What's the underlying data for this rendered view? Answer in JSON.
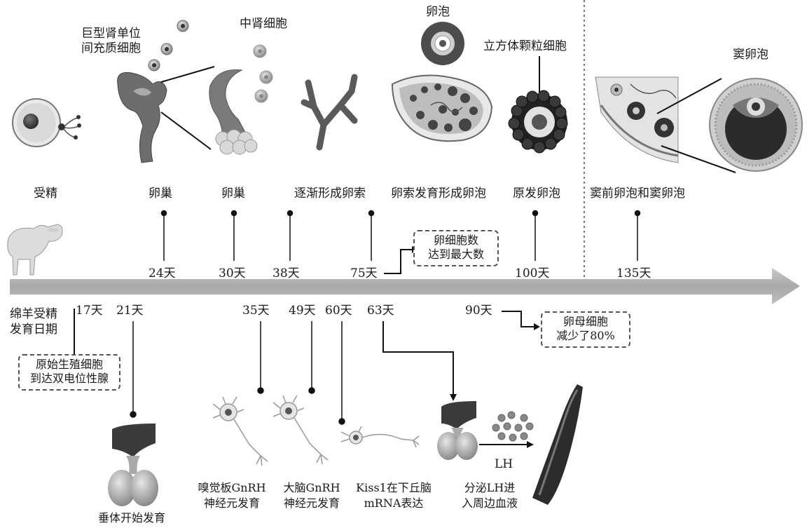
{
  "top": {
    "fertilization": "受精",
    "giant_nephron": [
      "巨型肾单位",
      "间充质细胞"
    ],
    "mesonephric_cells": "中肾细胞",
    "follicle": "卵泡",
    "cuboidal_granulosa": "立方体颗粒细胞",
    "antral_follicle": "窦卵泡"
  },
  "stages": {
    "s1": "受精",
    "s2": "卵巢",
    "s3": "卵巢",
    "s4": "逐渐形成卵索",
    "s5": "卵索发育形成卵泡",
    "s6": "原发卵泡",
    "s7": "窦前卵泡和窦卵泡"
  },
  "upper_days": [
    "24天",
    "30天",
    "38天",
    "75天",
    "100天",
    "135天"
  ],
  "lower_days": [
    "17天",
    "21天",
    "35天",
    "49天",
    "60天",
    "63天",
    "90天"
  ],
  "left_label": [
    "绵羊受精",
    "发育日期"
  ],
  "boxes": {
    "oocyte_max": [
      "卵细胞数",
      "达到最大数"
    ],
    "oocyte_reduce": [
      "卵母细胞",
      "减少了80%"
    ],
    "pgc": [
      "原始生殖细胞",
      "到达双电位性腺"
    ]
  },
  "bottom": {
    "pituitary": "垂体开始发育",
    "olfactory": [
      "嗅觉板GnRH",
      "神经元发育"
    ],
    "brain": [
      "大脑GnRH",
      "神经元发育"
    ],
    "kiss1": [
      "Kiss1在下丘脑",
      "mRNA表达"
    ],
    "lh": "LH",
    "lh_release": [
      "分泌LH进",
      "入周边血液"
    ]
  },
  "icons": [
    "sheep-icon",
    "zygote-icon",
    "nephron-icon",
    "cell-cluster-icon",
    "mesonephros-icon",
    "cord-icon",
    "ovary-icon",
    "follicle-icon",
    "primary-follicle-icon",
    "antral-follicle-icon",
    "pituitary-icon",
    "neuron-icon",
    "blood-vessel-icon"
  ]
}
